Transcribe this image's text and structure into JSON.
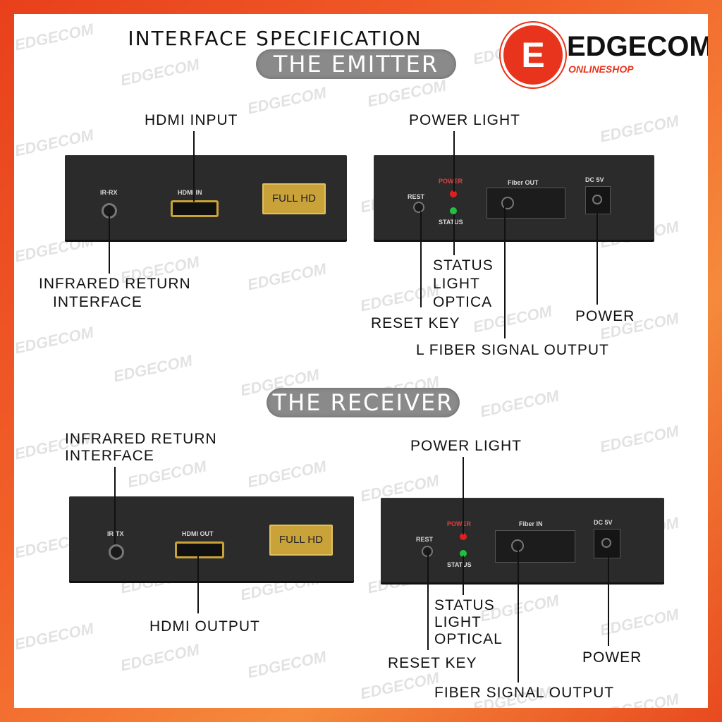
{
  "header": {
    "title": "INTERFACE SPECIFICATION"
  },
  "brand": {
    "letter": "E",
    "name": "EDGECOM",
    "tagline": "ONLINESHOP",
    "color": "#e8341c"
  },
  "watermark": "EDGECOM",
  "emitter": {
    "section_title": "THE EMITTER",
    "left_box": {
      "port_ir": "IR-RX",
      "port_hdmi": "HDMI IN",
      "badge": "FULL HD"
    },
    "right_box": {
      "rest": "REST",
      "power": "POWER",
      "status": "STATUS",
      "fiber": "Fiber OUT",
      "dc": "DC 5V"
    },
    "labels": {
      "hdmi_input": "HDMI INPUT",
      "infrared_line1": "INFRARED RETURN",
      "infrared_line2": "INTERFACE",
      "power_light": "POWER LIGHT",
      "status_line1": "STATUS",
      "status_line2": "LIGHT",
      "status_line3": "OPTICA",
      "reset_key": "RESET KEY",
      "fiber_output": "L FIBER SIGNAL OUTPUT",
      "power": "POWER"
    }
  },
  "receiver": {
    "section_title": "THE RECEIVER",
    "left_box": {
      "port_ir": "IR-TX",
      "port_hdmi": "HDMI OUT",
      "badge": "FULL HD"
    },
    "right_box": {
      "rest": "REST",
      "power": "POWER",
      "status": "STATUS",
      "fiber": "Fiber IN",
      "dc": "DC 5V"
    },
    "labels": {
      "infrared_line1": "INFRARED RETURN",
      "infrared_line2": "INTERFACE",
      "hdmi_output": "HDMI OUTPUT",
      "power_light": "POWER LIGHT",
      "status_line1": "STATUS",
      "status_line2": "LIGHT",
      "status_line3": "OPTICAL",
      "reset_key": "RESET KEY",
      "fiber_output": "FIBER SIGNAL OUTPUT",
      "power": "POWER"
    }
  },
  "colors": {
    "led_power": "#e02020",
    "led_status": "#22c040",
    "gold": "#c9a23a",
    "device": "#2b2b2b"
  }
}
